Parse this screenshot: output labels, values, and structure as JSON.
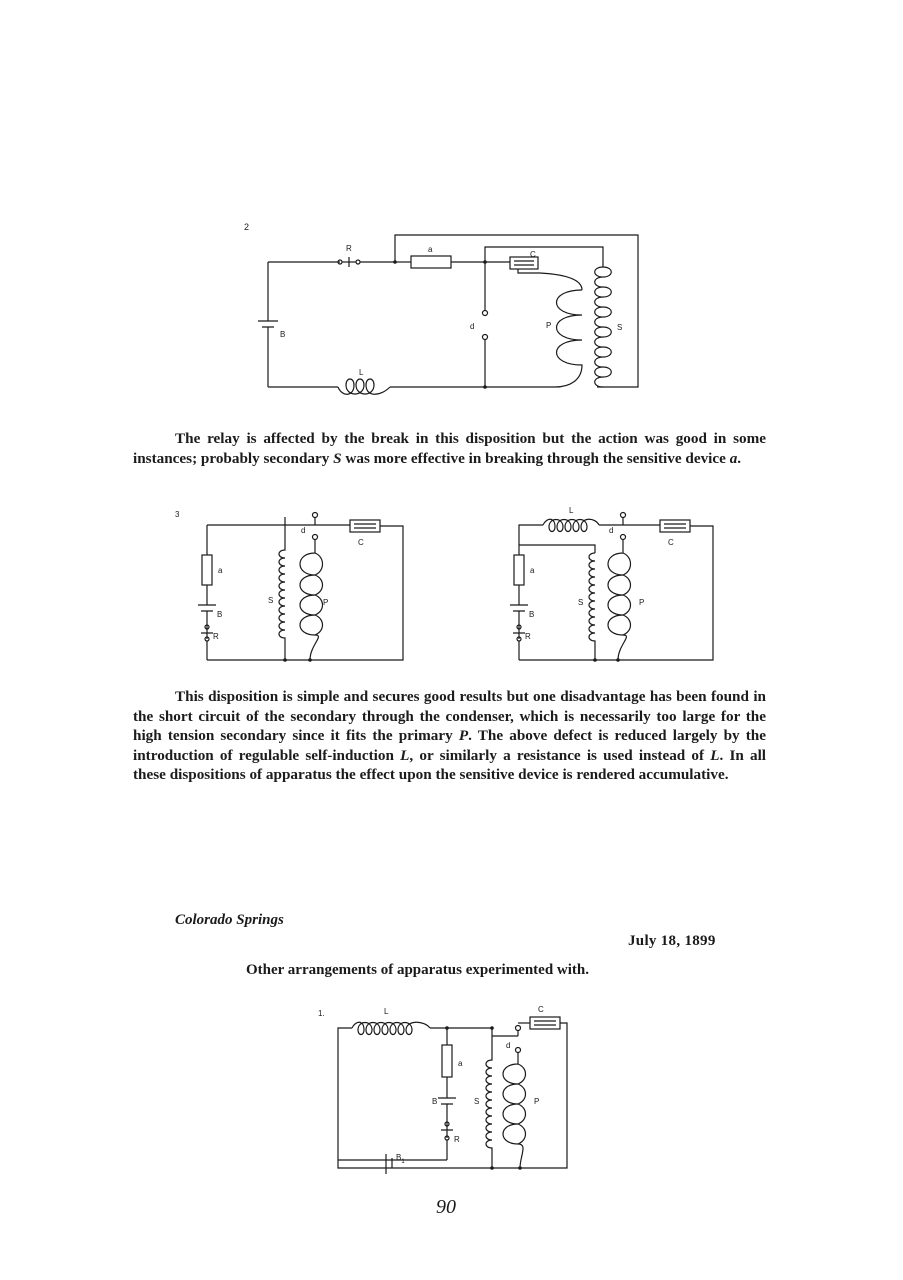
{
  "figures": {
    "fig2": {
      "number": "2",
      "labels": {
        "R": "R",
        "a": "a",
        "C": "C",
        "B": "B",
        "d": "d",
        "P": "P",
        "S": "S",
        "L": "L"
      }
    },
    "fig3": {
      "number": "3",
      "labels": {
        "d": "d",
        "C": "C",
        "a": "a",
        "S": "S",
        "P": "P",
        "B": "B",
        "R": "R",
        "L": "L"
      }
    },
    "fig1": {
      "number": "1.",
      "labels": {
        "L": "L",
        "C": "C",
        "d": "d",
        "a": "a",
        "B": "B",
        "S": "S",
        "P": "P",
        "R": "R",
        "B1": "B",
        "B1_sub": "1"
      }
    }
  },
  "paragraphs": {
    "p1": {
      "t1": "The relay is affected by the break in this disposition but the action was good in some instances; probably secondary ",
      "i1": "S",
      "t2": " was more effective in breaking through the sensitive device ",
      "i2": "a",
      "t3": "."
    },
    "p2": {
      "t1": "This disposition is simple and secures good results but one disadvantage has been found in the short circuit of the secondary through the condenser, which is necessarily too large for the high tension secondary since it fits the primary ",
      "i1": "P",
      "t2": ". The above defect is reduced largely by the introduction of regulable self-induction ",
      "i2": "L",
      "t3": ", or similarly a resistance is used instead of ",
      "i3": "L",
      "t4": ". In all these dispositions of apparatus the effect upon the sensitive device is rendered accumulative."
    }
  },
  "entry": {
    "place": "Colorado Springs",
    "date": "July 18, 1899",
    "heading": "Other arrangements of apparatus experimented with."
  },
  "page_number": "90"
}
